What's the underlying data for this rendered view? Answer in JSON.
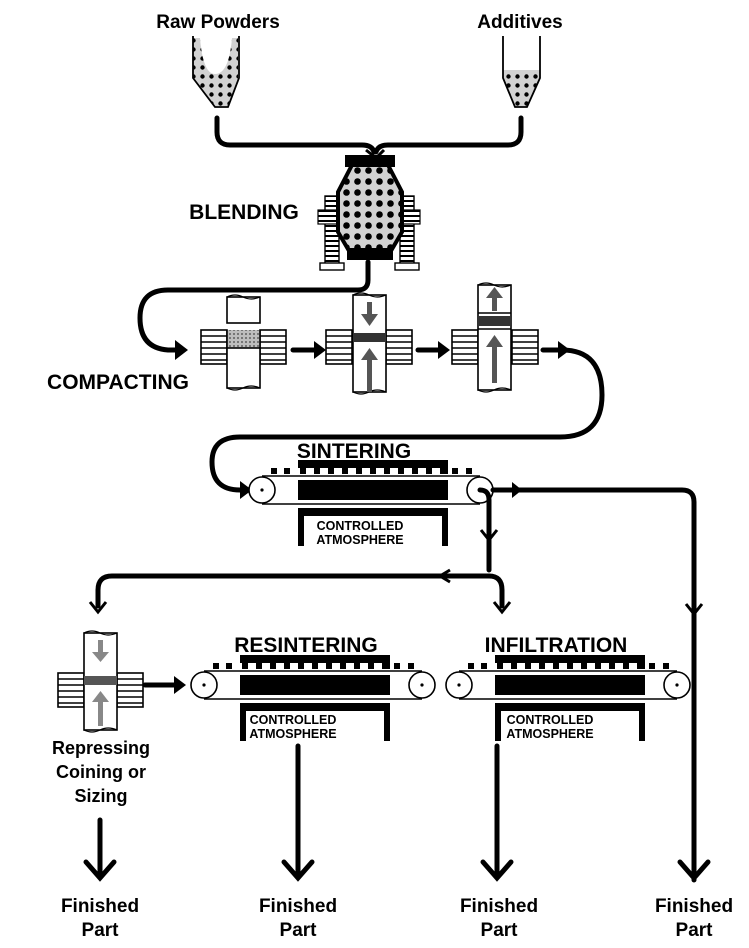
{
  "diagram": {
    "title": "Powder Metallurgy Process Flow",
    "inputs": [
      {
        "label": "Raw Powders",
        "icon": "hopper-icon"
      },
      {
        "label": "Additives",
        "icon": "hopper-icon"
      }
    ],
    "stages": {
      "blending": {
        "label": "BLENDING",
        "icon": "blender-drum-icon"
      },
      "compacting": {
        "label": "COMPACTING",
        "icon": "compaction-press-icon",
        "steps": 3
      },
      "sintering": {
        "label": "SINTERING",
        "sublabel_line1": "CONTROLLED",
        "sublabel_line2": "ATMOSPHERE",
        "icon": "sintering-furnace-icon"
      },
      "repressing": {
        "line1": "Repressing",
        "line2": "Coining or",
        "line3": "Sizing",
        "icon": "press-icon"
      },
      "resintering": {
        "label": "RESINTERING",
        "sublabel_line1": "CONTROLLED",
        "sublabel_line2": "ATMOSPHERE",
        "icon": "sintering-furnace-icon"
      },
      "infiltration": {
        "label": "INFILTRATION",
        "sublabel_line1": "CONTROLLED",
        "sublabel_line2": "ATMOSPHERE",
        "icon": "sintering-furnace-icon"
      }
    },
    "outputs": [
      {
        "line1": "Finished",
        "line2": "Part"
      },
      {
        "line1": "Finished",
        "line2": "Part"
      },
      {
        "line1": "Finished",
        "line2": "Part"
      },
      {
        "line1": "Finished",
        "line2": "Part"
      }
    ],
    "colors": {
      "ink": "#000000",
      "background": "#ffffff",
      "powder": "#c8c8c8",
      "punch_arrow": "#555555"
    }
  }
}
